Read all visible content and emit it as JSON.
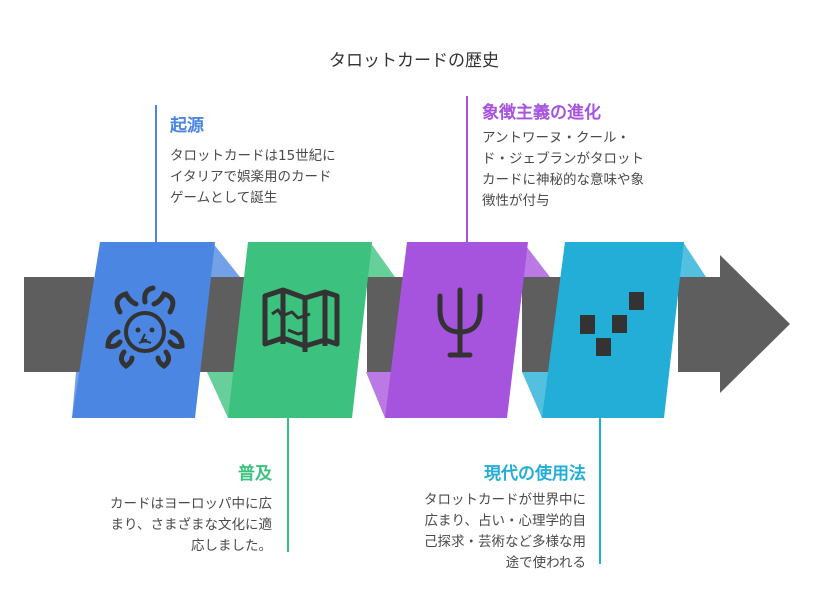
{
  "title": "タロットカードの歴史",
  "colors": {
    "arrow": "#5e5e5e",
    "icon": "#333333",
    "stage1": "#4b86e2",
    "stage2": "#3cc27e",
    "stage3": "#a653de",
    "stage4": "#22aed7"
  },
  "stages": [
    {
      "title": "起源",
      "lines": [
        "タロットカードは15世紀に",
        "イタリアで娯楽用のカード",
        "ゲームとして誕生"
      ],
      "icon": "medusa-head-icon"
    },
    {
      "title": "普及",
      "lines": [
        "カードはヨーロッパ中に広",
        "まり、さまざまな文化に適",
        "応しました。"
      ],
      "icon": "map-icon"
    },
    {
      "title": "象徴主義の進化",
      "lines": [
        "アントワーヌ・クール・",
        "ド・ジェブランがタロット",
        "カードに神秘的な意味や象",
        "徴性が付与"
      ],
      "icon": "psi-symbol-icon"
    },
    {
      "title": "現代の使用法",
      "lines": [
        "タロットカードが世界中に",
        "広まり、占い・心理学的自",
        "己探求・芸術など多様な用",
        "途で使われる"
      ],
      "icon": "scattered-squares-icon"
    }
  ]
}
